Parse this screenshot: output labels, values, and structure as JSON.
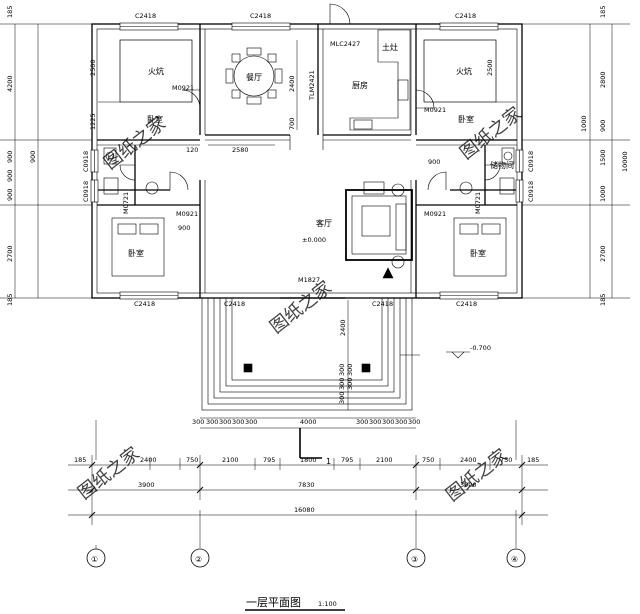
{
  "rooms": {
    "kang_left": "火炕",
    "kang_right": "火炕",
    "bedroom_tl": "卧室",
    "bedroom_tr": "卧室",
    "bedroom_bl": "卧室",
    "bedroom_br": "卧室",
    "dining": "餐厅",
    "kitchen": "厨房",
    "stove": "土灶",
    "living": "客厅",
    "storage": "储物间"
  },
  "levels": {
    "floor": "±0.000",
    "outdoor": "-0.700"
  },
  "windows": {
    "w_tl": "C2418",
    "w_tm": "C2418",
    "w_tr": "C2418",
    "w_bl": "C2418",
    "w_bm": "C2418",
    "w_bm2": "C2418",
    "w_br": "C2418",
    "w_side_l": "C0918",
    "w_side_l2": "C0918",
    "w_side_r": "C0918",
    "w_side_r2": "C0918"
  },
  "doors": {
    "mlc": "MLC2427",
    "tlm": "TLM2421",
    "m1827": "M1827",
    "m0921_tl": "M0921",
    "m0921_tr": "M0921",
    "m0921_bl": "M0921",
    "m0921_br": "M0921",
    "m0721_l": "M0721",
    "m0721_r": "M0721"
  },
  "dims": {
    "bottom_row1": [
      "185",
      "2400",
      "750",
      "2100",
      "795",
      "1800",
      "795",
      "2100",
      "750",
      "2400",
      "750",
      "185"
    ],
    "bottom_row2": [
      "3900",
      "7830",
      "3900"
    ],
    "bottom_total": "16080",
    "left_col": [
      "185",
      "4200",
      "900",
      "900",
      "900",
      "2700",
      "185"
    ],
    "left_inner": [
      "2500",
      "1225",
      "120",
      "900",
      "900"
    ],
    "right_col": [
      "185",
      "2800",
      "900",
      "1500",
      "1000",
      "2700",
      "185"
    ],
    "right_total": "10000",
    "right_inner": [
      "2500",
      "1000",
      "900"
    ],
    "dining_v": [
      "2400",
      "700"
    ],
    "corridor": "2580",
    "porch_h": "4000",
    "porch_v": "2400",
    "porch_steps_l": [
      "300",
      "300",
      "300",
      "300",
      "300"
    ],
    "porch_steps_r": [
      "300",
      "300",
      "300",
      "300",
      "300"
    ],
    "step_stack": [
      "300",
      "300",
      "300",
      "300",
      "300"
    ]
  },
  "axes": [
    "①",
    "②",
    "③",
    "④"
  ],
  "section_mark": "1",
  "watermark": "图纸之家",
  "title": {
    "name": "一层平面图",
    "scale": "1:100"
  }
}
